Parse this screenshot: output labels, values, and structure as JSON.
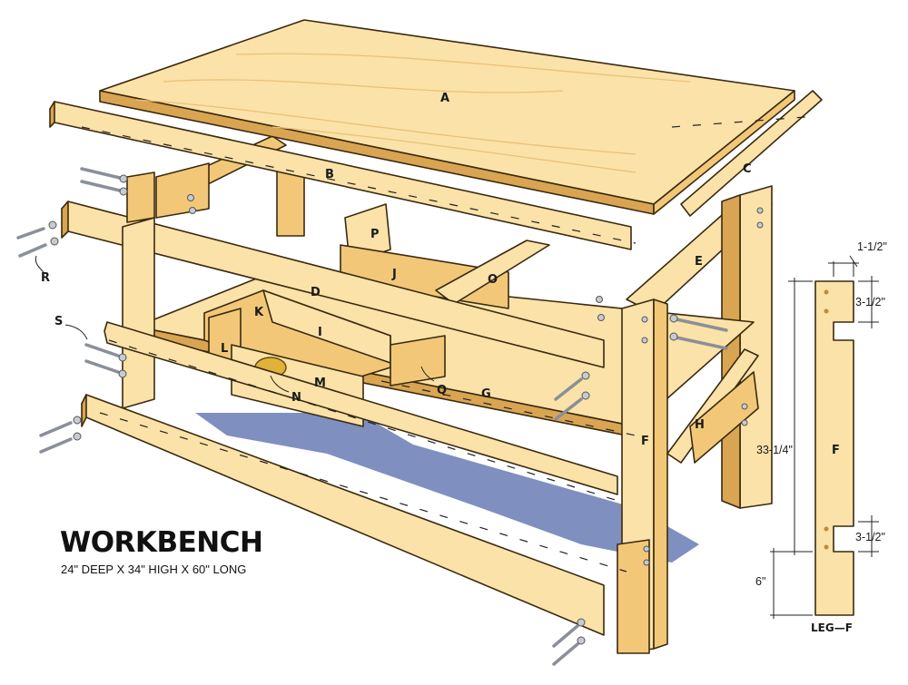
{
  "title": "WORKBENCH",
  "subtitle": "24\" DEEP X 34\" HIGH X 60\" LONG",
  "part_labels": {
    "A": "A",
    "B": "B",
    "C": "C",
    "D": "D",
    "E": "E",
    "F": "F",
    "G": "G",
    "H": "H",
    "I": "I",
    "J": "J",
    "K": "K",
    "L": "L",
    "M": "M",
    "N": "N",
    "O": "O",
    "P": "P",
    "Q": "Q",
    "R": "R",
    "S": "S"
  },
  "leg_detail": {
    "caption": "LEG—F",
    "part": "F",
    "dims": {
      "width": "1-1/2\"",
      "top_notch": "3-1/2\"",
      "lower_notch": "3-1/2\"",
      "notch_height": "33-1/4\"",
      "bottom": "6\""
    }
  },
  "colors": {
    "wood_light": "#fbe2a8",
    "wood_mid": "#f2c878",
    "wood_dark": "#d9a552",
    "outline": "#3a2a10",
    "shadow": "#7f8fbf",
    "pull": "#e0b23a"
  }
}
